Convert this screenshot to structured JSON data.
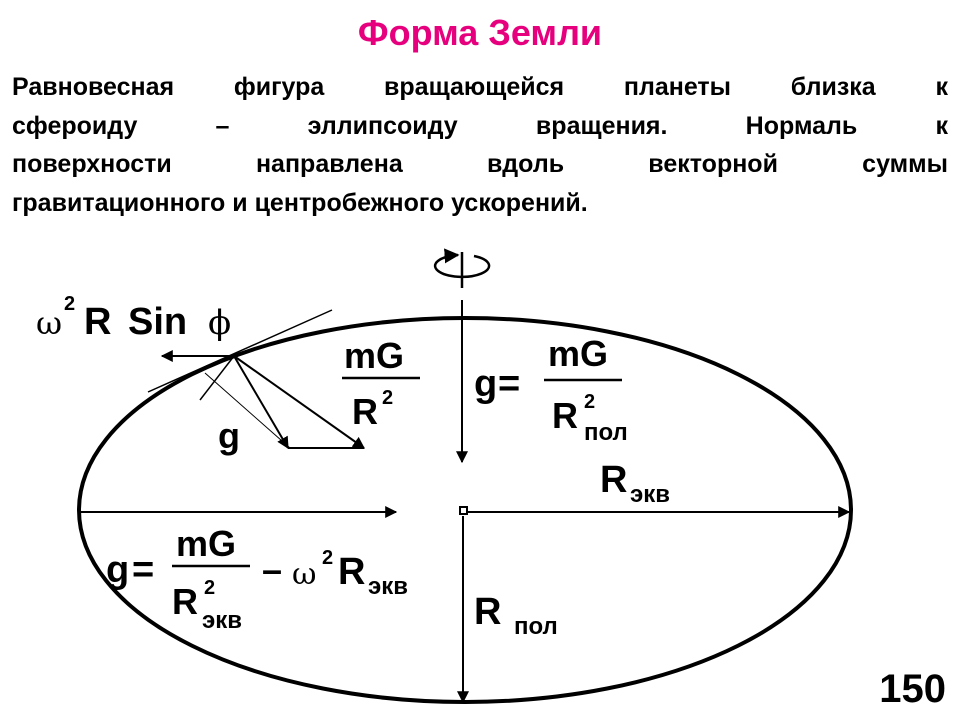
{
  "title": "Форма Земли",
  "title_color": "#e6007e",
  "paragraph_lines": [
    "Равновесная фигура вращающейся планеты близка к",
    "сфероиду – эллипсоиду вращения. Нормаль к",
    "поверхности направлена вдоль векторной суммы",
    "гравитационного и центробежного ускорений."
  ],
  "page_number": "150",
  "diagram": {
    "rotation_icon": "rotation-arrow-icon",
    "centrifugal": {
      "omega": "ω",
      "exp": "2",
      "R": "R",
      "sin": "Sin",
      "phi": "ϕ"
    },
    "grav_fraction": {
      "num": "mG",
      "den": "R",
      "den_exp": "2"
    },
    "g_label": "g",
    "pole_formula": {
      "g": "g",
      "eq": "=",
      "num": "mG",
      "den": "R",
      "den_exp": "2",
      "den_sub": "пол"
    },
    "r_eq": {
      "R": "R",
      "sub": "экв"
    },
    "r_pol": {
      "R": "R",
      "sub": "пол"
    },
    "eq_formula": {
      "g": "g",
      "eq": "=",
      "num": "mG",
      "den": "R",
      "den_exp": "2",
      "den_sub": "экв",
      "minus": "–",
      "omega": "ω",
      "omega_exp": "2",
      "R": "R",
      "R_sub": "экв"
    }
  }
}
